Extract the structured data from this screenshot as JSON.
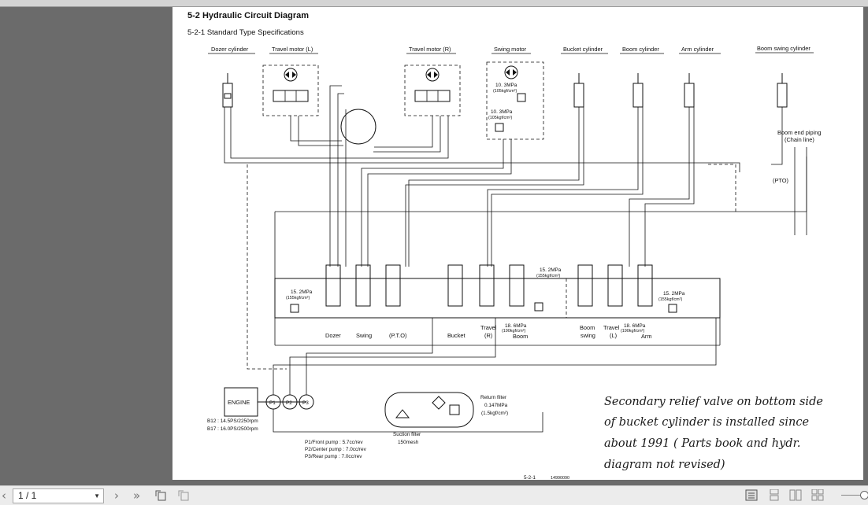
{
  "document": {
    "section_title": "5-2  Hydraulic Circuit Diagram",
    "subsection_title": "5-2-1  Standard Type Specifications",
    "page_number": "5-2-1",
    "doc_code": "14990090",
    "components": {
      "dozer_cylinder": "Dozer cylinder",
      "travel_motor_l": "Travel motor (L)",
      "travel_motor_r": "Travel motor (R)",
      "swing_motor": "Swing motor",
      "bucket_cylinder": "Bucket cylinder",
      "boom_cylinder": "Boom cylinder",
      "arm_cylinder": "Arm cylinder",
      "boom_swing_cylinder": "Boom swing cylinder",
      "boom_end_piping": "Boom end piping",
      "chain_line": "(Chain line)",
      "pto": "(PTO)",
      "engine": "ENGINE",
      "return_filter": "Return filter",
      "return_filter_pressure": "0.147MPa",
      "return_filter_kgf": "(1.5kgf/cm²)",
      "suction_filter": "Suction filter",
      "suction_mesh": "150mesh"
    },
    "pressures": {
      "swing_relief_1": "10. 3MPa",
      "swing_relief_1_kgf": "(105kgf/cm²)",
      "swing_relief_2": "10. 3MPa",
      "swing_relief_2_kgf": "(105kgf/cm²)",
      "left_relief": "15. 2MPa",
      "left_relief_kgf": "(155kgf/cm²)",
      "center_relief": "15. 2MPa",
      "center_relief_kgf": "(155kgf/cm²)",
      "right_relief": "15. 2MPa",
      "right_relief_kgf": "(155kgf/cm²)",
      "boom_relief": "18. 6MPa",
      "boom_relief_kgf": "(190kgf/cm²)",
      "arm_relief": "18. 6MPa",
      "arm_relief_kgf": "(190kgf/cm²)"
    },
    "valves": {
      "dozer": "Dozer",
      "swing": "Swing",
      "pto": "(P.T.O)",
      "bucket": "Bucket",
      "travel_r_1": "Travel",
      "travel_r_2": "(R)",
      "boom": "Boom",
      "boom_swing_1": "Boom",
      "boom_swing_2": "swing",
      "travel_l_1": "Travel",
      "travel_l_2": "(L)",
      "arm": "Arm"
    },
    "pumps": {
      "p1": "P1",
      "p2": "P2",
      "p3": "P3",
      "b12": "B12 : 14.5PS/2250rpm",
      "b17": "B17 : 16.0PS/2500rpm",
      "p1_spec": "P1/Front pump : 5.7cc/rev",
      "p2_spec": "P2/Center pump : 7.0cc/rev",
      "p3_spec": "P3/Rear pump   : 7.0cc/rev"
    },
    "handwritten_note": [
      "Secondary relief valve on bottom side",
      "of bucket cylinder is installed since",
      "about 1991  ( Parts book and hydr.",
      "diagram not revised)"
    ]
  },
  "toolbar": {
    "prev": "‹",
    "page_value": "1 / 1",
    "next": "›",
    "last": "»",
    "icons": [
      "rotate-icon",
      "fit-page-icon",
      "single-page-icon",
      "continuous-icon",
      "two-page-icon",
      "two-page-continuous-icon"
    ]
  }
}
